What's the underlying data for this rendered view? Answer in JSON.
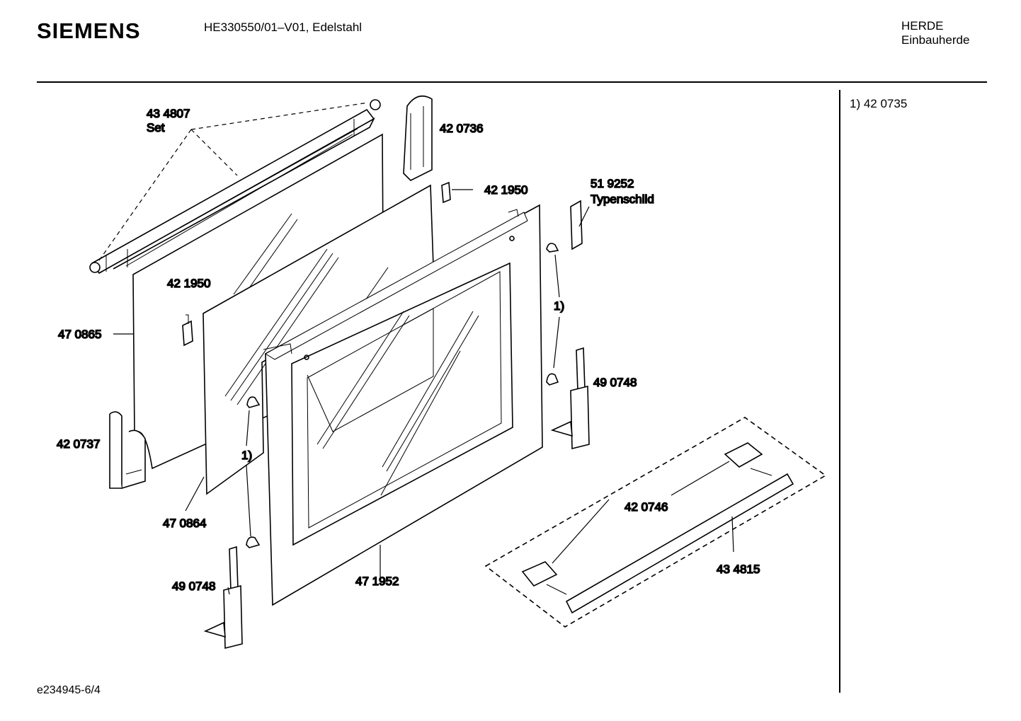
{
  "header": {
    "brand": "SIEMENS",
    "model": "HE330550/01–V01, Edelstahl",
    "category_line1": "HERDE",
    "category_line2": "Einbauherde"
  },
  "notes": {
    "footnote_1": "1) 42 0735"
  },
  "footer": {
    "doc_id": "e234945-6/4"
  },
  "labels": {
    "p434807": "43 4807",
    "p434807_set": "Set",
    "p420736": "42 0736",
    "p421950_top": "42 1950",
    "p519252": "51 9252",
    "p519252_name": "Typenschild",
    "p421950_left": "42 1950",
    "p470865": "47 0865",
    "p420737": "42 0737",
    "p470864": "47 0864",
    "p490748_left": "49 0748",
    "p490748_right": "49 0748",
    "p471952": "47 1952",
    "p420746": "42 0746",
    "p434815": "43 4815",
    "ref1_left": "1)",
    "ref1_right": "1)"
  }
}
